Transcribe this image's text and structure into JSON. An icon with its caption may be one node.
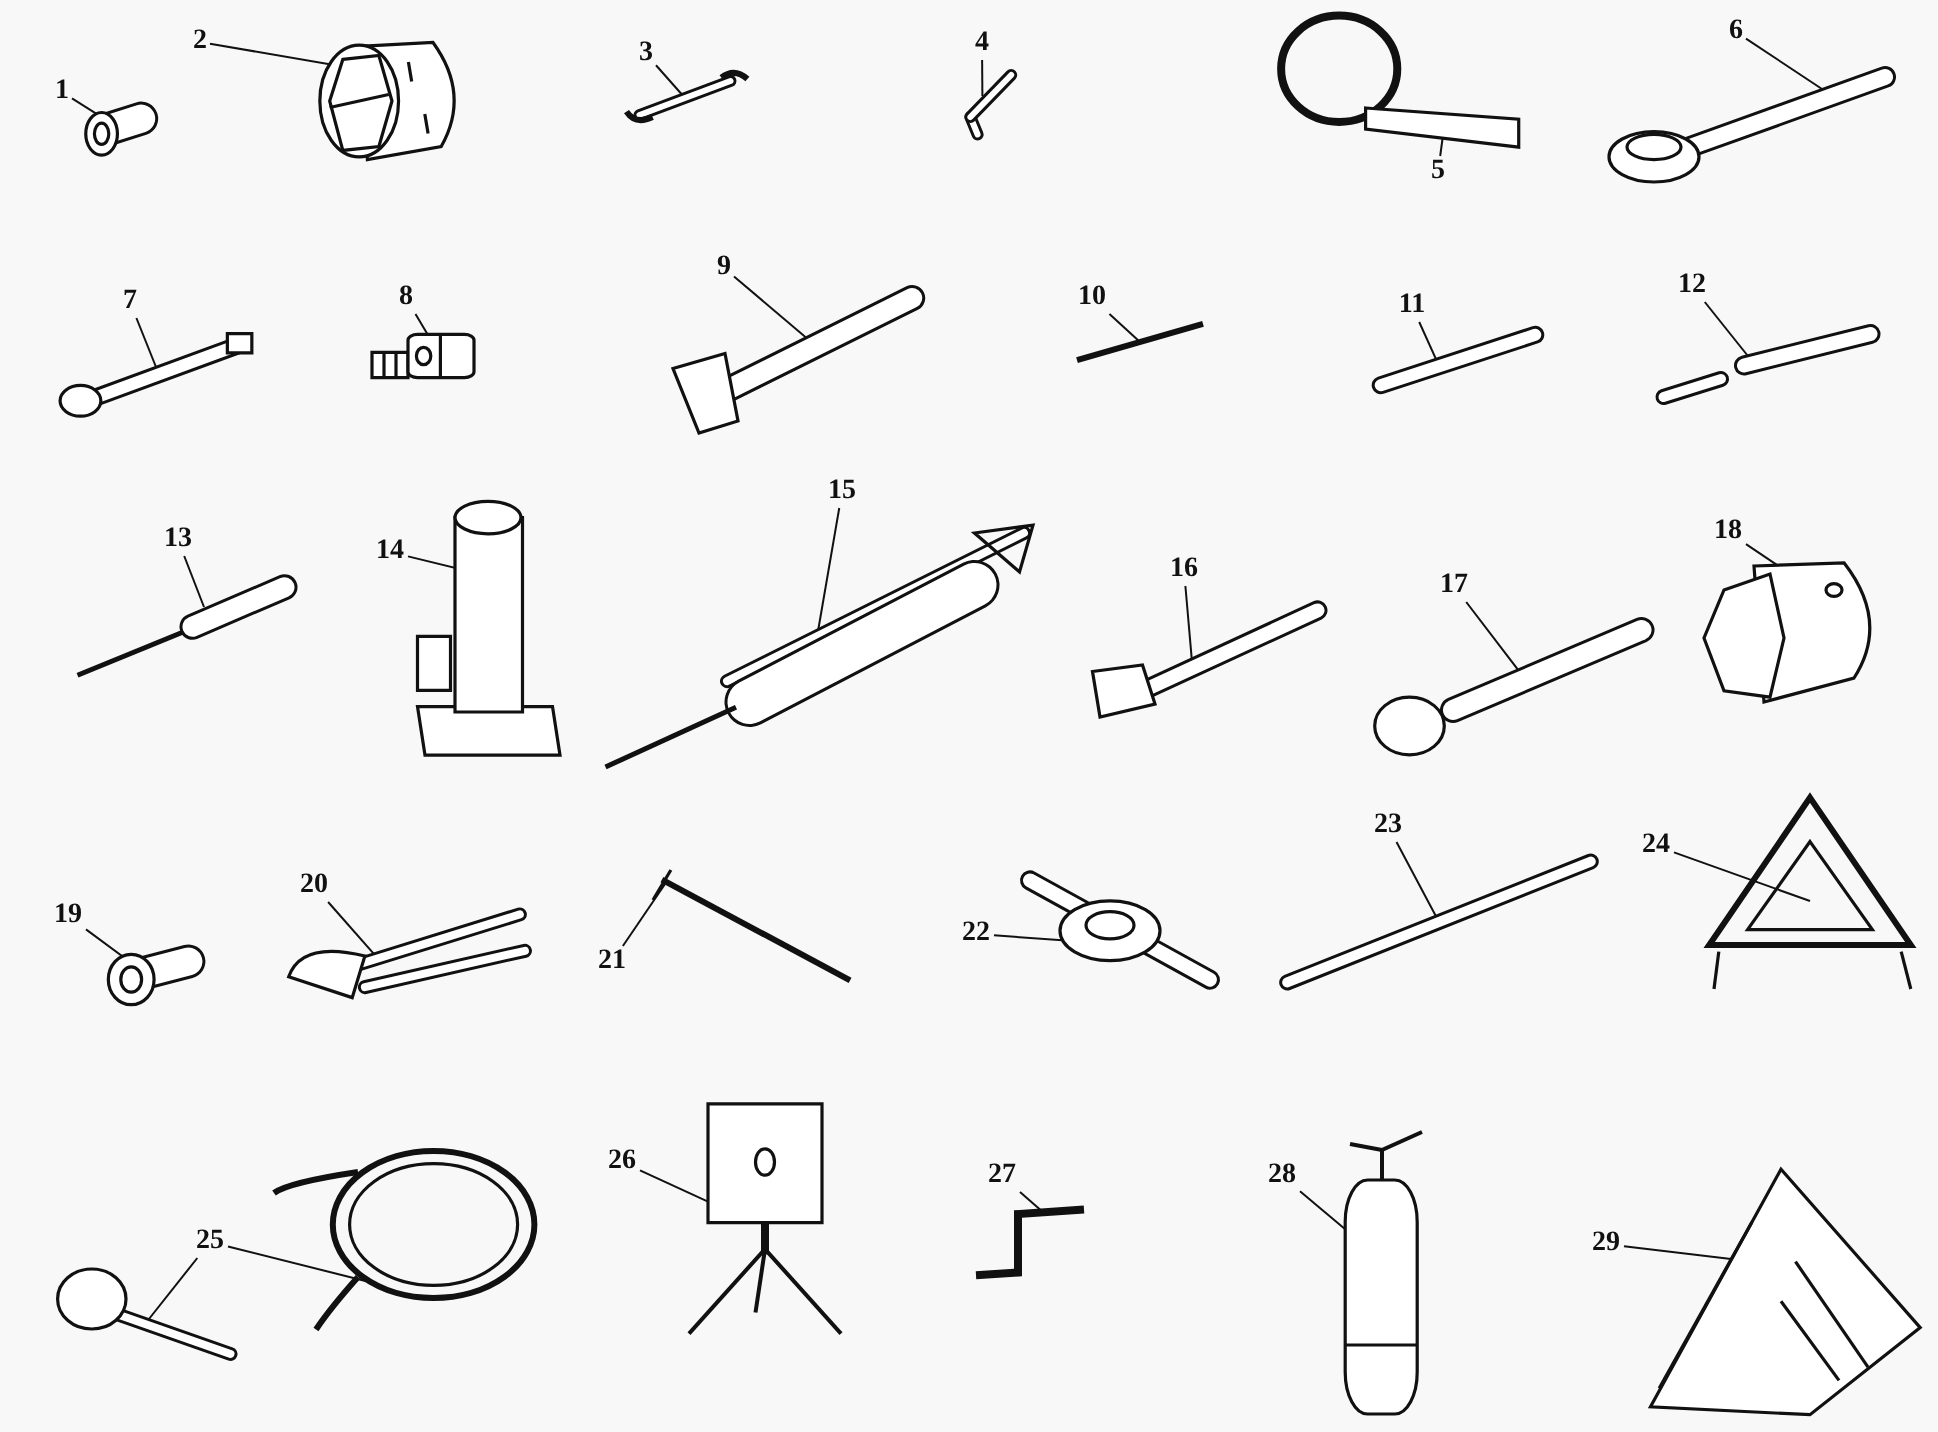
{
  "diagram": {
    "nodes": [
      {
        "text": [
          "1"
        ]
      },
      {
        "text": [],
        "shape": "picture"
      },
      {
        "text": [
          "2"
        ]
      },
      {
        "text": [],
        "shape": "picture"
      },
      {
        "text": [
          "3"
        ]
      },
      {
        "text": [],
        "shape": "picture"
      },
      {
        "text": [
          "4"
        ]
      },
      {
        "text": [],
        "shape": "picture"
      },
      {
        "text": [
          "5"
        ]
      },
      {
        "text": [],
        "shape": "picture"
      },
      {
        "text": [
          "6"
        ]
      },
      {
        "text": [],
        "shape": "picture"
      },
      {
        "text": [
          "7"
        ]
      },
      {
        "text": [],
        "shape": "picture"
      },
      {
        "text": [
          "8"
        ]
      },
      {
        "text": [],
        "shape": "picture"
      },
      {
        "text": [
          "9"
        ]
      },
      {
        "text": [],
        "shape": "picture"
      },
      {
        "text": [
          "10"
        ]
      },
      {
        "text": [],
        "shape": "picture"
      },
      {
        "text": [
          "11"
        ]
      },
      {
        "text": [],
        "shape": "picture"
      },
      {
        "text": [
          "12"
        ]
      },
      {
        "text": [],
        "shape": "picture"
      },
      {
        "text": [
          "13"
        ]
      },
      {
        "text": [],
        "shape": "picture"
      },
      {
        "text": [
          "14"
        ]
      },
      {
        "text": [],
        "shape": "picture"
      },
      {
        "text": [
          "15"
        ]
      },
      {
        "text": [],
        "shape": "picture"
      },
      {
        "text": [
          "16"
        ]
      },
      {
        "text": [],
        "shape": "picture"
      },
      {
        "text": [
          "17"
        ]
      },
      {
        "text": [],
        "shape": "picture"
      },
      {
        "text": [
          "18"
        ]
      },
      {
        "text": [],
        "shape": "picture"
      },
      {
        "text": [
          "19"
        ]
      },
      {
        "text": [],
        "shape": "picture"
      },
      {
        "text": [
          "20"
        ]
      },
      {
        "text": [],
        "shape": "picture"
      },
      {
        "text": [
          "21"
        ]
      },
      {
        "text": [],
        "shape": "picture"
      },
      {
        "text": [
          "22"
        ]
      },
      {
        "text": [],
        "shape": "picture"
      },
      {
        "text": [
          "23"
        ]
      },
      {
        "text": [],
        "shape": "picture"
      },
      {
        "text": [
          "24"
        ]
      },
      {
        "text": [],
        "shape": "picture"
      },
      {
        "text": [
          "25"
        ]
      },
      {
        "text": [],
        "shape": "picture"
      },
      {
        "text": [],
        "shape": "picture"
      },
      {
        "text": [
          "26"
        ]
      },
      {
        "text": [],
        "shape": "picture"
      },
      {
        "text": [
          "27"
        ]
      },
      {
        "text": [],
        "shape": "picture"
      },
      {
        "text": [
          "28"
        ]
      },
      {
        "text": [],
        "shape": "picture"
      },
      {
        "text": [
          "29"
        ]
      },
      {
        "text": [],
        "shape": "picture"
      }
    ],
    "edges": [
      {
        "from": 0,
        "to": 1,
        "arrow": "none"
      },
      {
        "from": 2,
        "to": 3,
        "arrow": "none"
      },
      {
        "from": 4,
        "to": 5,
        "arrow": "none"
      },
      {
        "from": 6,
        "to": 7,
        "arrow": "none"
      },
      {
        "from": 8,
        "to": 9,
        "arrow": "none"
      },
      {
        "from": 10,
        "to": 11,
        "arrow": "none"
      },
      {
        "from": 12,
        "to": 13,
        "arrow": "none"
      },
      {
        "from": 14,
        "to": 15,
        "arrow": "none"
      },
      {
        "from": 16,
        "to": 17,
        "arrow": "none"
      },
      {
        "from": 18,
        "to": 19,
        "arrow": "none"
      },
      {
        "from": 20,
        "to": 21,
        "arrow": "none"
      },
      {
        "from": 22,
        "to": 23,
        "arrow": "none"
      },
      {
        "from": 24,
        "to": 25,
        "arrow": "none"
      },
      {
        "from": 26,
        "to": 27,
        "arrow": "none"
      },
      {
        "from": 28,
        "to": 29,
        "arrow": "none"
      },
      {
        "from": 30,
        "to": 31,
        "arrow": "none"
      },
      {
        "from": 32,
        "to": 33,
        "arrow": "none"
      },
      {
        "from": 34,
        "to": 35,
        "arrow": "none"
      },
      {
        "from": 36,
        "to": 37,
        "arrow": "none"
      },
      {
        "from": 38,
        "to": 39,
        "arrow": "none"
      },
      {
        "from": 40,
        "to": 41,
        "arrow": "none"
      },
      {
        "from": 42,
        "to": 43,
        "arrow": "none"
      },
      {
        "from": 44,
        "to": 45,
        "arrow": "none"
      },
      {
        "from": 46,
        "to": 47,
        "arrow": "none"
      },
      {
        "from": 48,
        "to": 49,
        "arrow": "none"
      },
      {
        "from": 48,
        "to": 50,
        "arrow": "none"
      },
      {
        "from": 51,
        "to": 52,
        "arrow": "none"
      },
      {
        "from": 53,
        "to": 54,
        "arrow": "none"
      },
      {
        "from": 55,
        "to": 56,
        "arrow": "none"
      },
      {
        "from": 57,
        "to": 58,
        "arrow": "none"
      }
    ]
  }
}
